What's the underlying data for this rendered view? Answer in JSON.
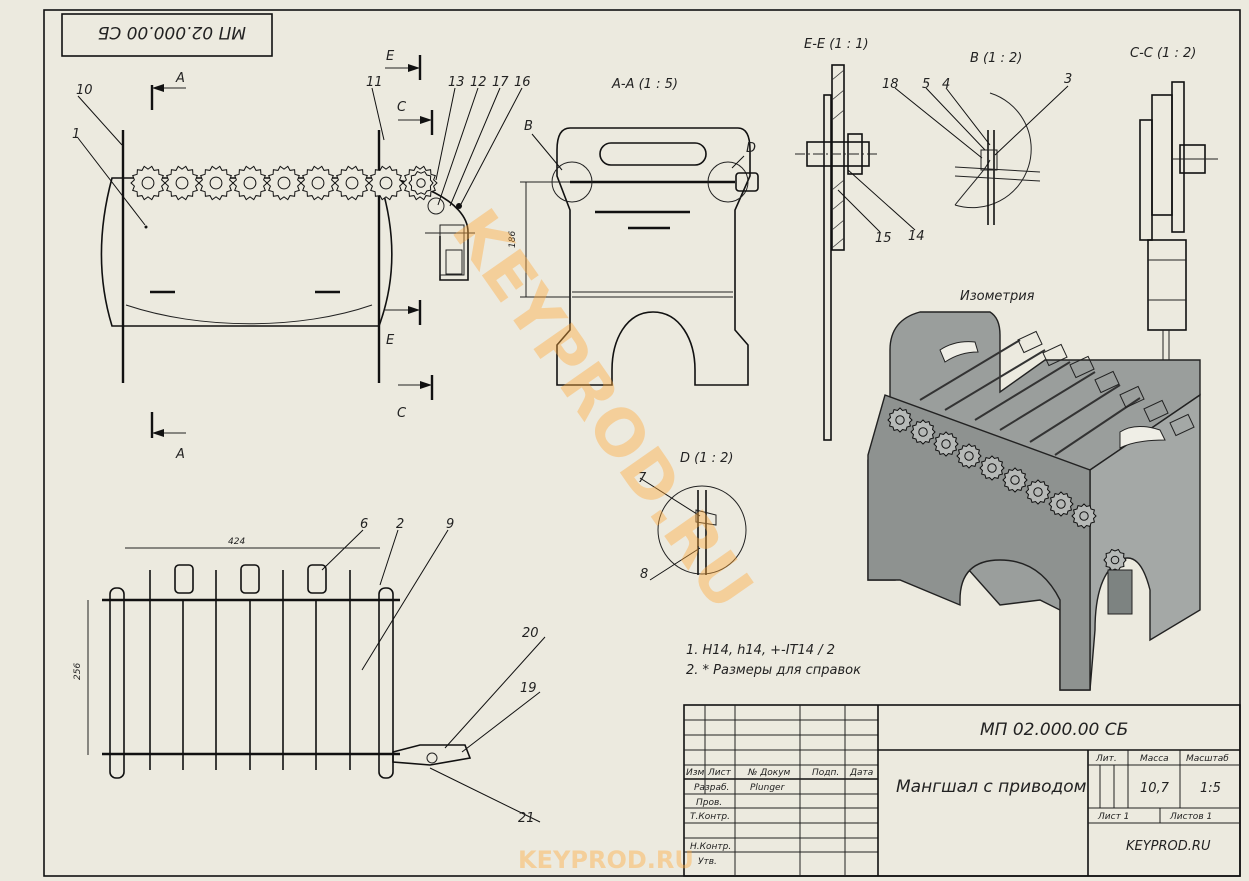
{
  "drawing": {
    "stamp_top_left": "МП 02.000.00 СБ",
    "sections": {
      "a_a": "А-А  (1 : 5)",
      "e_e": "Е-Е  (1 : 1)",
      "b": "В  (1 : 2)",
      "c_c": "С-С  (1 : 2)",
      "d": "D  (1 : 2)",
      "iso": "Изометрия"
    },
    "markers": {
      "A": "A",
      "E": "E",
      "C": "C",
      "B": "B",
      "D": "D"
    },
    "part_numbers": {
      "p1": "1",
      "p2": "2",
      "p3": "3",
      "p4": "4",
      "p5": "5",
      "p6": "6",
      "p7": "7",
      "p8": "8",
      "p9": "9",
      "p10": "10",
      "p11": "11",
      "p12": "12",
      "p13": "13",
      "p14": "14",
      "p15": "15",
      "p16": "16",
      "p17": "17",
      "p18": "18",
      "p19": "19",
      "p20": "20",
      "p21": "21"
    },
    "dimensions": {
      "d186": "186",
      "d424": "424",
      "d256": "256"
    },
    "notes": {
      "n1": "1. H14, h14, +-IT14 / 2",
      "n2": "2. * Размеры для справок"
    }
  },
  "title_block": {
    "designation": "МП 02.000.00 СБ",
    "name": "Мангшал с приводом",
    "col_lit": "Лит.",
    "col_mass": "Масса",
    "col_scale": "Масштаб",
    "mass": "10,7",
    "scale": "1:5",
    "sheet": "Лист 1",
    "sheets": "Листов 1",
    "org": "KEYPROD.RU",
    "hdr_izm": "Изм",
    "hdr_list": "Лист",
    "hdr_doc": "№ Докум",
    "hdr_sign": "Подп.",
    "hdr_date": "Дата",
    "razrab": "Разраб.",
    "razrab_name": "Plunger",
    "prov": "Пров.",
    "tkontr": "Т.Контр.",
    "nkontr": "Н.Контр.",
    "utv": "Утв."
  },
  "watermark": {
    "diagonal": "KEYPROD.RU",
    "bottom": "KEYPROD.RU"
  }
}
